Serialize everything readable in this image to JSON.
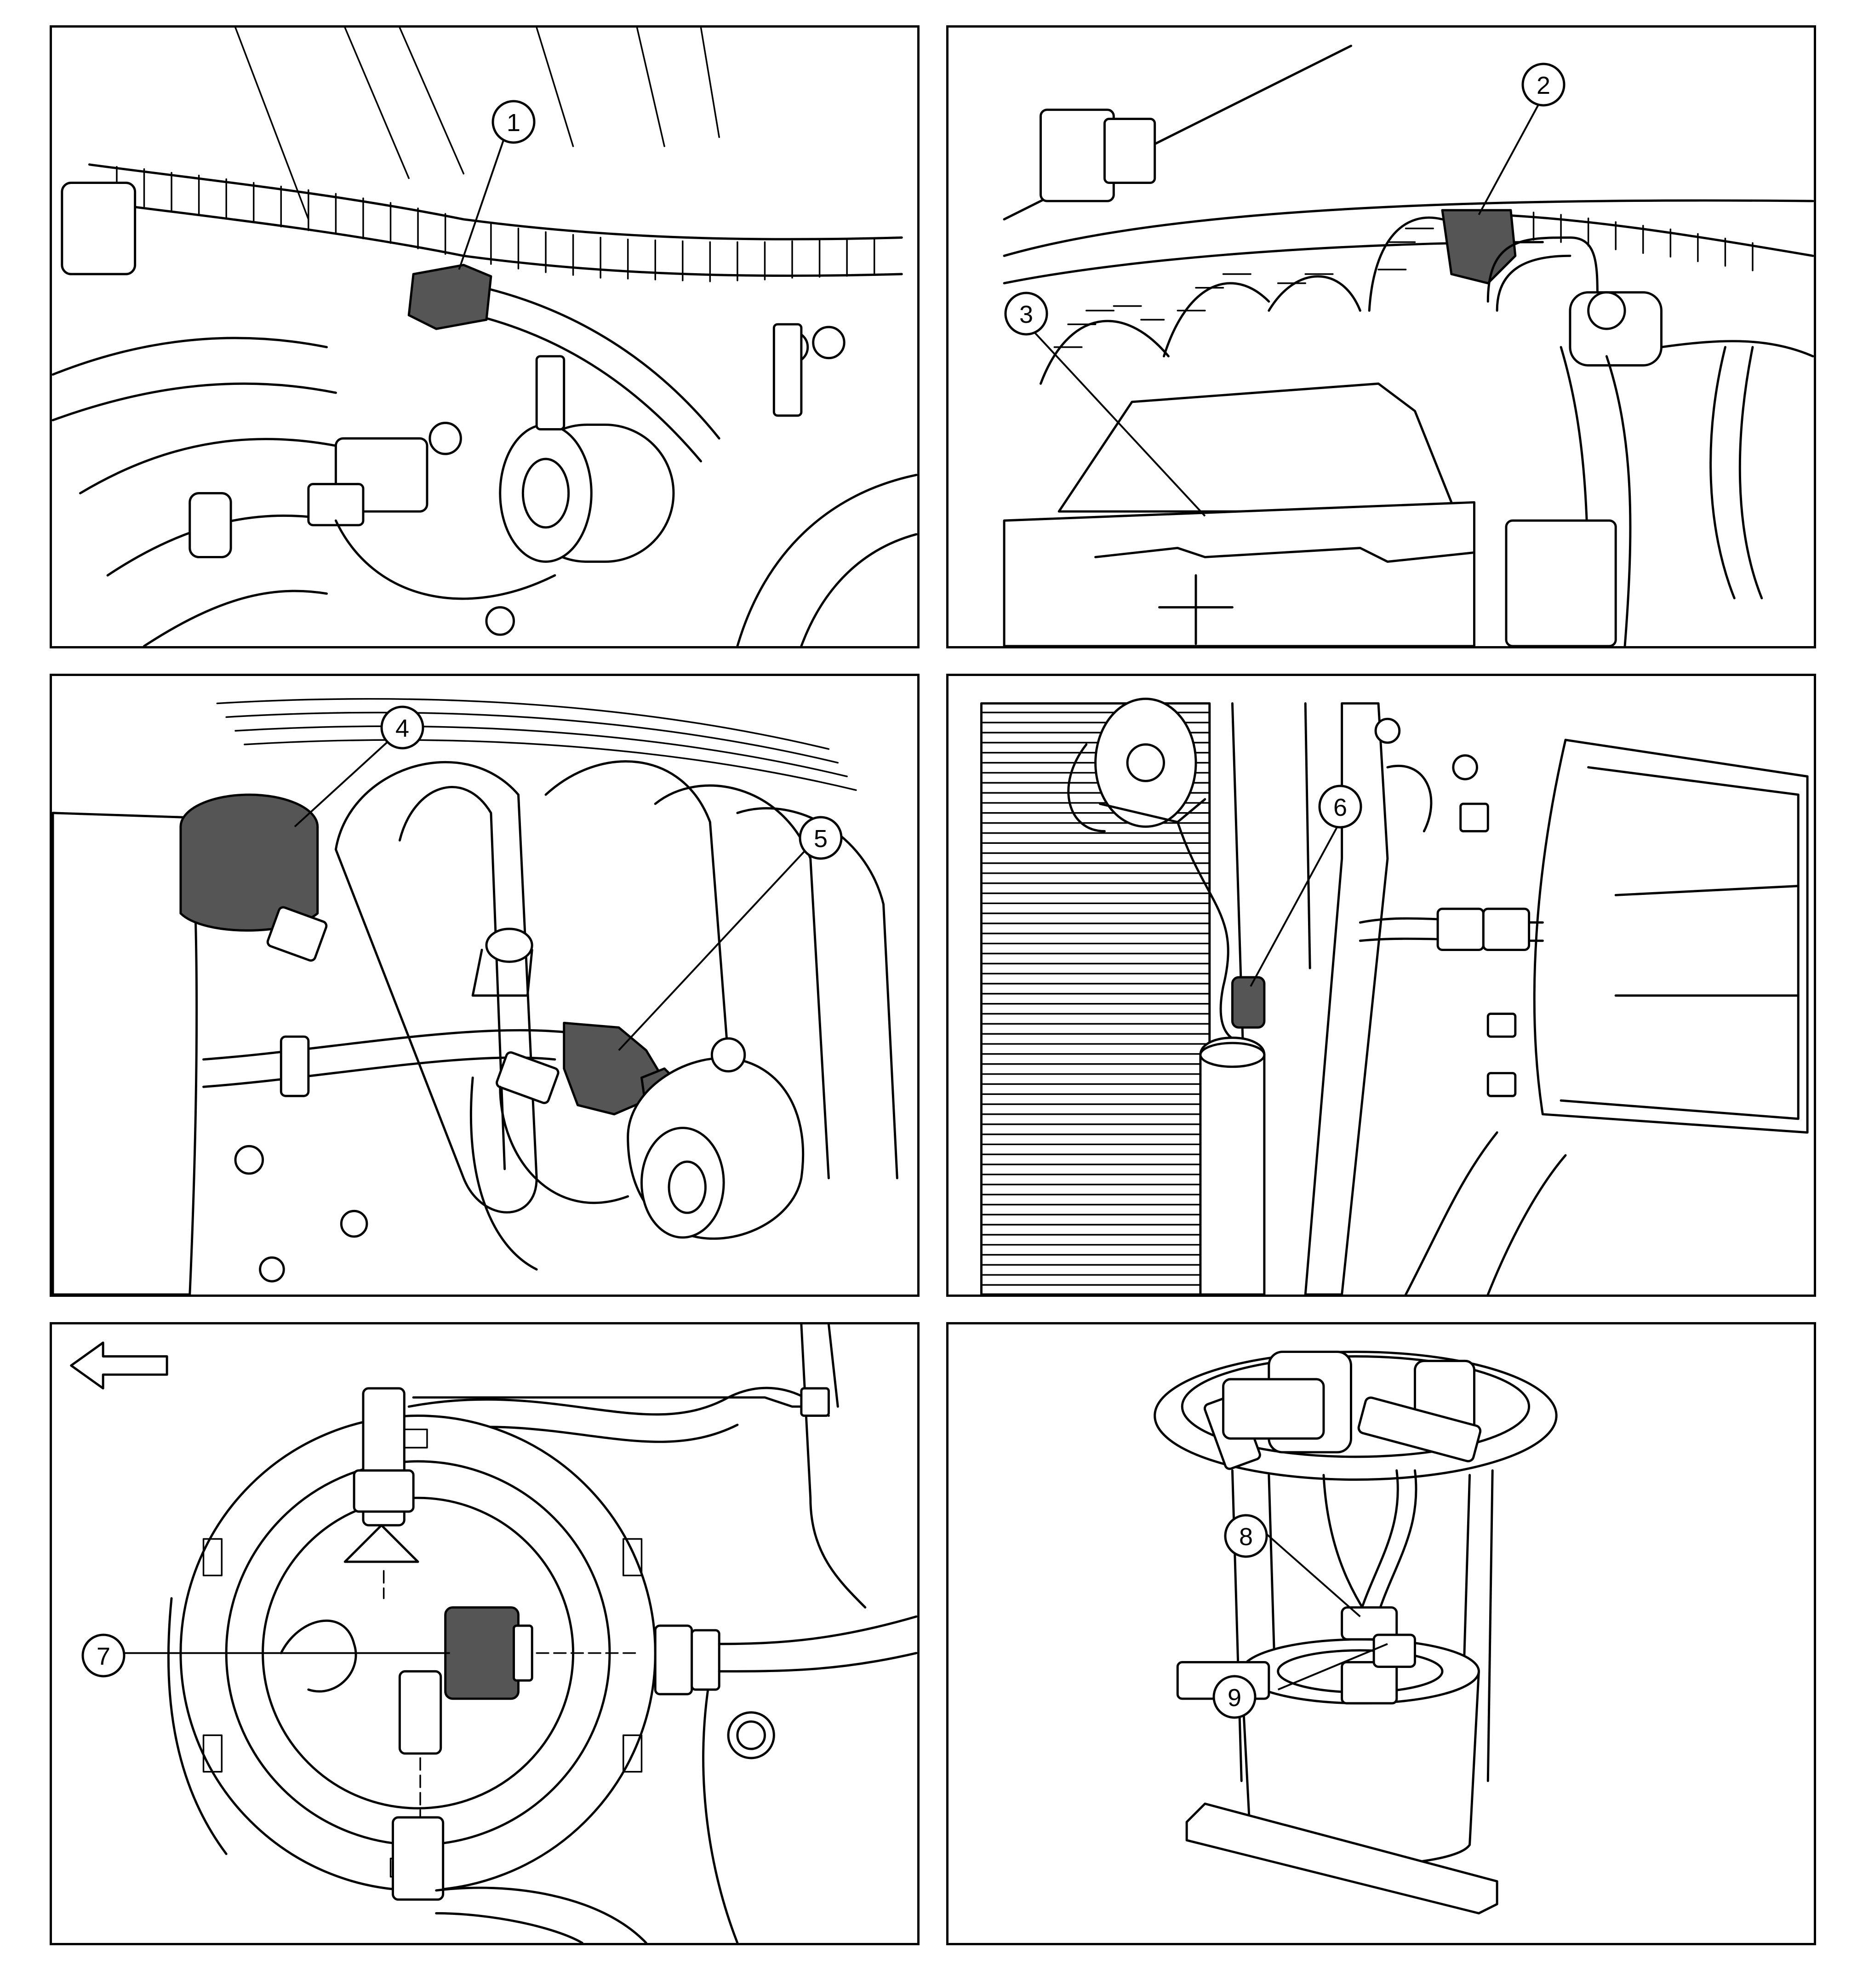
{
  "callouts": {
    "c1": "1",
    "c2": "2",
    "c3": "3",
    "c4": "4",
    "c5": "5",
    "c6": "6",
    "c7": "7",
    "c8": "8",
    "c9": "9"
  },
  "icons": {
    "front_arrow": "front-direction-arrow-icon"
  },
  "colors": {
    "line": "#000000",
    "highlight_fill": "#555555",
    "background": "#ffffff"
  }
}
